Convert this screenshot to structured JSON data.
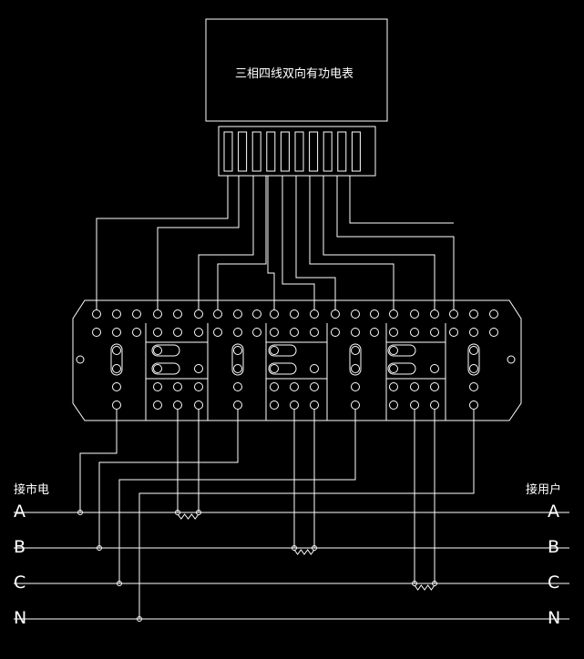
{
  "meter": {
    "title": "三相四线双向有功电表"
  },
  "left_label": "接市电",
  "right_label": "接用户",
  "buses": [
    {
      "left": "A",
      "right": "A"
    },
    {
      "left": "B",
      "right": "B"
    },
    {
      "left": "C",
      "right": "C"
    },
    {
      "left": "N",
      "right": "N"
    }
  ],
  "colors": {
    "background": "#000000",
    "line": "#ffffff"
  }
}
